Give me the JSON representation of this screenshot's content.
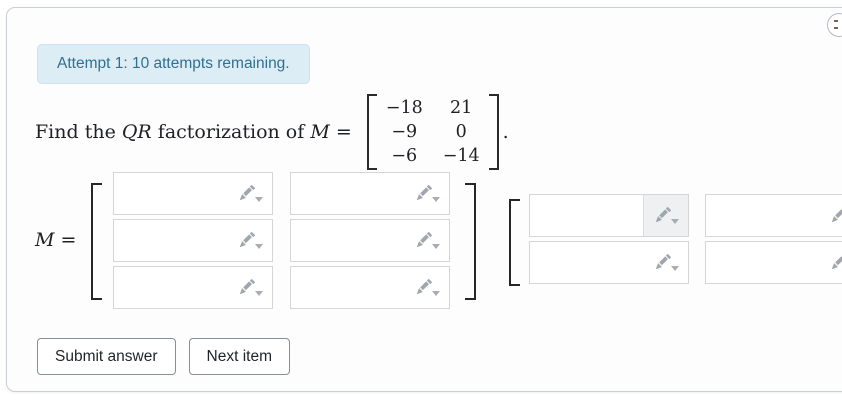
{
  "colors": {
    "badge_bg": "#dcedf6",
    "badge_border": "#cbe3f0",
    "badge_text": "#31708f",
    "card_border": "#c9ced7",
    "input_border": "#d6d6d8",
    "icon_gray": "#9fa6ad",
    "button_border": "#878e96",
    "text_dark": "#202124"
  },
  "attempt_banner": {
    "text": "Attempt 1: 10 attempts remaining."
  },
  "problem": {
    "prefix": "Find the ",
    "qr_term": "QR",
    "middle": " factorization of ",
    "variable": "M",
    "equals": " = ",
    "matrix_rows": [
      [
        "−18",
        "21"
      ],
      [
        "−9",
        "0"
      ],
      [
        "−6",
        "−14"
      ]
    ],
    "suffix": "."
  },
  "answer": {
    "variable": "M",
    "equals": " =",
    "matrix1": {
      "rows": 3,
      "cols": 2,
      "values": [
        [
          "",
          ""
        ],
        [
          "",
          ""
        ],
        [
          "",
          ""
        ]
      ]
    },
    "matrix2": {
      "rows": 2,
      "cols": 2,
      "values": [
        [
          "",
          ""
        ],
        [
          "",
          ""
        ]
      ]
    }
  },
  "icons": {
    "pencil_icon": "✎",
    "caret_down_icon": "▾",
    "corner_circle_icon": "◌"
  },
  "buttons": {
    "submit": "Submit answer",
    "next": "Next item"
  }
}
